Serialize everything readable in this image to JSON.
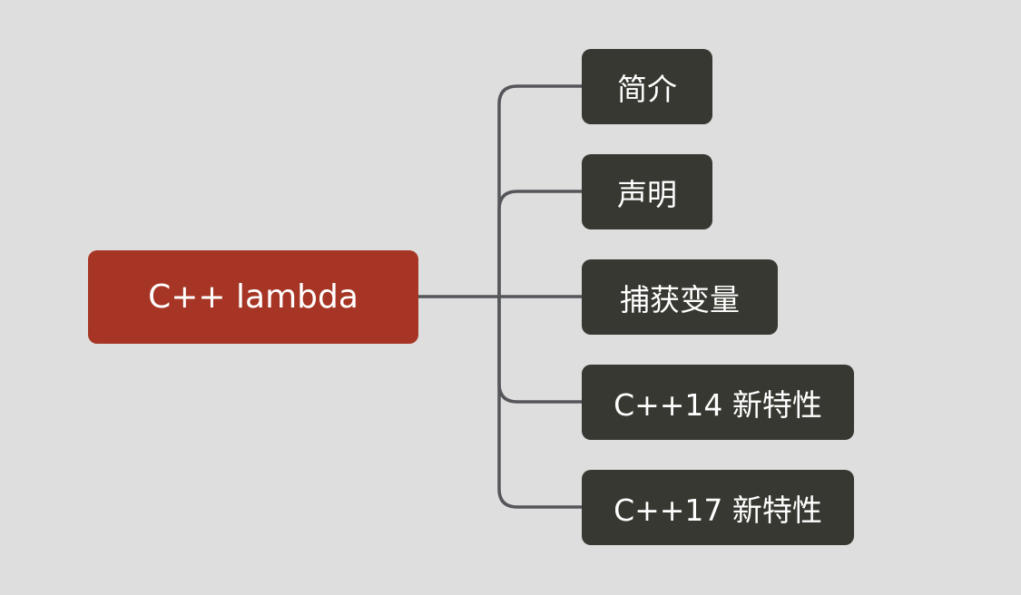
{
  "mindmap": {
    "root": {
      "label": "C++ lambda"
    },
    "children": [
      {
        "label": "简介"
      },
      {
        "label": "声明"
      },
      {
        "label": "捕获变量"
      },
      {
        "label": "C++14 新特性"
      },
      {
        "label": "C++17 新特性"
      }
    ]
  },
  "colors": {
    "background": "#dedede",
    "root": "#a63525",
    "child": "#383832",
    "connector": "#55565a",
    "text": "#ffffff"
  }
}
